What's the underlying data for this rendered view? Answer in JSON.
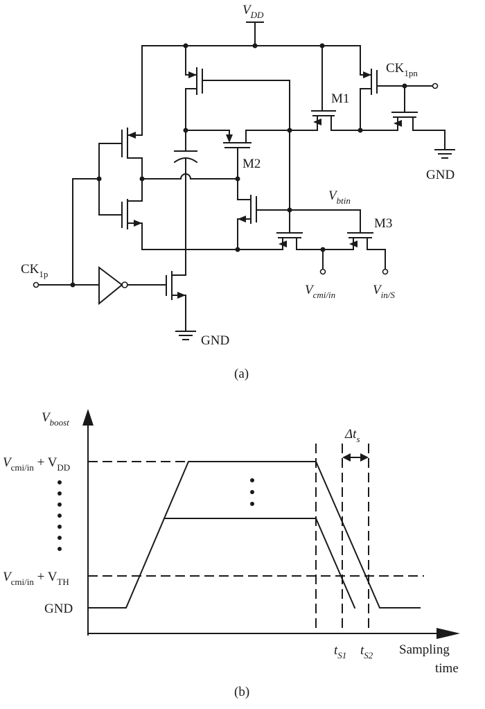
{
  "circuit": {
    "vdd": {
      "main": "V",
      "sub": "DD"
    },
    "ck1pn": {
      "main": "CK",
      "sub": "1pn"
    },
    "m1": "M1",
    "m2": "M2",
    "m3": "M3",
    "vbtin": {
      "main": "V",
      "sub": "btin"
    },
    "gnd_right": "GND",
    "gnd_bottom": "GND",
    "ck1p": {
      "main": "CK",
      "sub": "1p"
    },
    "vcmi": {
      "main": "V",
      "sub": "cmi/in"
    },
    "vins": {
      "main": "V",
      "sub": "in/S"
    },
    "caption": "(a)"
  },
  "timing": {
    "ylabel": {
      "main": "V",
      "sub": "boost"
    },
    "level_top": {
      "v": "V",
      "v_sub": "cmi/in",
      "plus": " + V",
      "p_sub": "DD"
    },
    "level_th": {
      "v": "V",
      "v_sub": "cmi/in",
      "plus": " + V",
      "p_sub": "TH"
    },
    "level_gnd": "GND",
    "delta": {
      "main": "Δt",
      "sub": "s"
    },
    "ts1": {
      "main": "t",
      "sub": "S1"
    },
    "ts2": {
      "main": "t",
      "sub": "S2"
    },
    "xlabel_line1": "Sampling",
    "xlabel_line2": "time",
    "caption": "(b)"
  }
}
